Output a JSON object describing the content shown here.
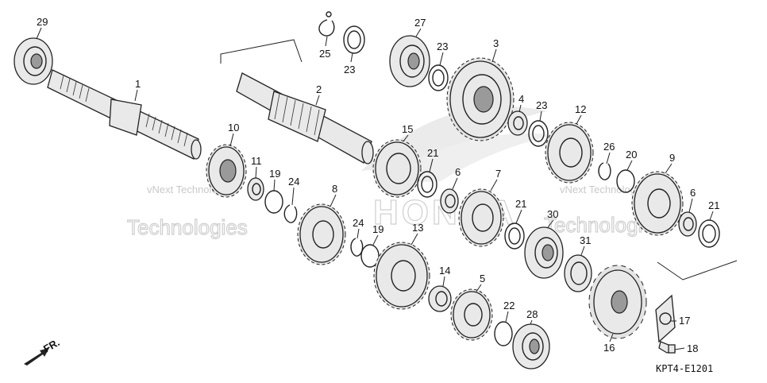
{
  "diagram": {
    "code": "KPT4-E1201",
    "direction_label": "FR.",
    "watermark_lines": [
      "vNext Technologies",
      "Technologies"
    ],
    "brand_watermark": "HONDA",
    "part_labels": [
      "29",
      "1",
      "25",
      "23",
      "27",
      "23",
      "3",
      "2",
      "4",
      "23",
      "12",
      "10",
      "15",
      "21",
      "26",
      "20",
      "9",
      "11",
      "19",
      "24",
      "6",
      "7",
      "8",
      "24",
      "21",
      "30",
      "6",
      "21",
      "19",
      "13",
      "31",
      "14",
      "5",
      "22",
      "28",
      "16",
      "17",
      "18"
    ]
  }
}
